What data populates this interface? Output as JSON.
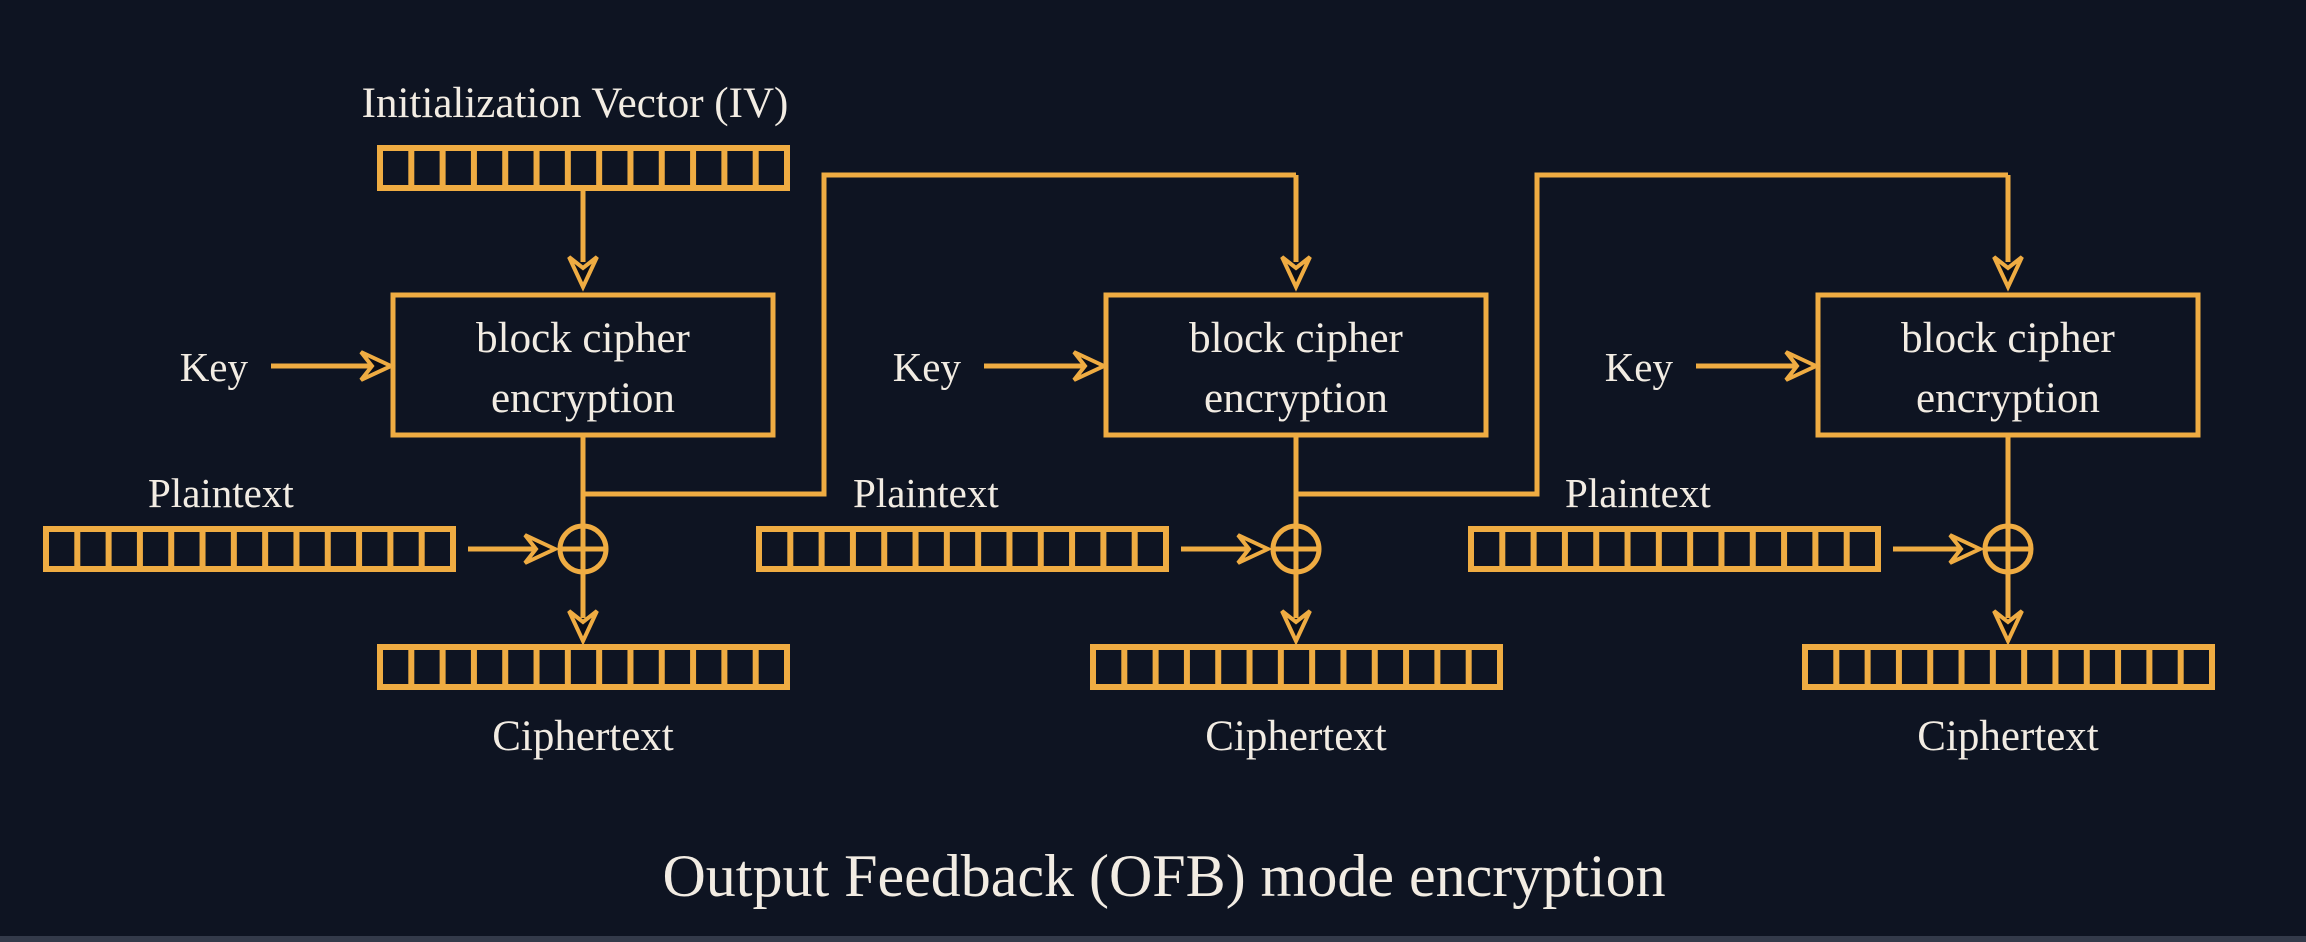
{
  "title": "Output Feedback (OFB) mode encryption",
  "iv_label": "Initialization Vector (IV)",
  "register_cells": 13,
  "colors": {
    "background": "#0E1422",
    "accent": "#EFAC42",
    "text": "#F2ECE3",
    "footer_strip": "#333A4A"
  },
  "columns": [
    {
      "key_label": "Key",
      "box_line1": "block cipher",
      "box_line2": "encryption",
      "plaintext_label": "Plaintext",
      "ciphertext_label": "Ciphertext"
    },
    {
      "key_label": "Key",
      "box_line1": "block cipher",
      "box_line2": "encryption",
      "plaintext_label": "Plaintext",
      "ciphertext_label": "Ciphertext"
    },
    {
      "key_label": "Key",
      "box_line1": "block cipher",
      "box_line2": "encryption",
      "plaintext_label": "Plaintext",
      "ciphertext_label": "Ciphertext"
    }
  ]
}
